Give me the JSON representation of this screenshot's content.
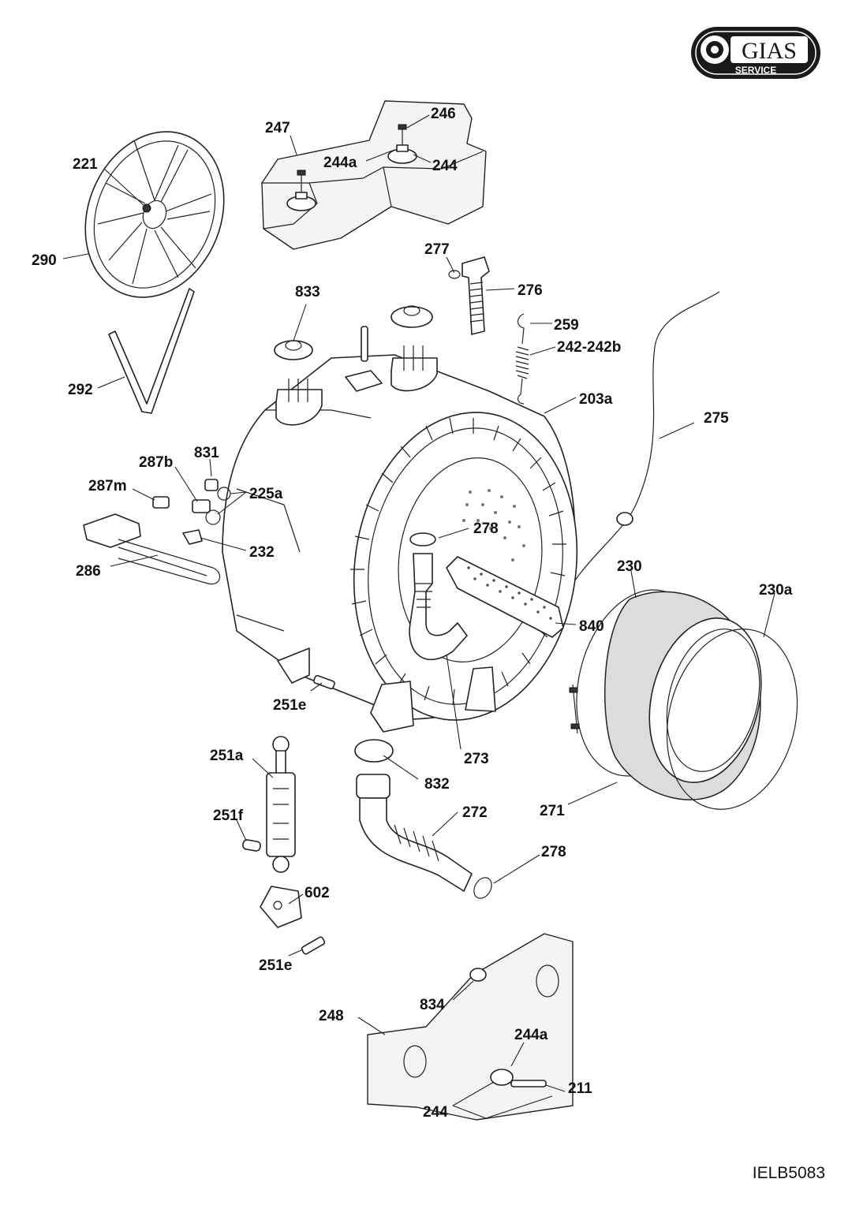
{
  "logo": {
    "brand": "GIAS",
    "sub": "SERVICE"
  },
  "drawing_ref": "IELB5083",
  "parts": {
    "p221": "221",
    "p290": "290",
    "p292": "292",
    "p247": "247",
    "p246": "246",
    "p244a_top": "244a",
    "p244_top": "244",
    "p277": "277",
    "p276": "276",
    "p833": "833",
    "p259": "259",
    "p242": "242-242b",
    "p203a": "203a",
    "p275": "275",
    "p287b": "287b",
    "p831": "831",
    "p287m": "287m",
    "p225a": "225a",
    "p278_top": "278",
    "p232": "232",
    "p286": "286",
    "p230": "230",
    "p230a": "230a",
    "p840": "840",
    "p251e_top": "251e",
    "p251a": "251a",
    "p273": "273",
    "p832": "832",
    "p272": "272",
    "p271": "271",
    "p251f": "251f",
    "p278_bot": "278",
    "p602": "602",
    "p251e_bot": "251e",
    "p834": "834",
    "p248": "248",
    "p244a_bot": "244a",
    "p211": "211",
    "p244_bot": "244"
  },
  "colors": {
    "line": "#222222",
    "seal_fill": "#dcdcdc",
    "logo_bg": "#1a1a1a"
  }
}
